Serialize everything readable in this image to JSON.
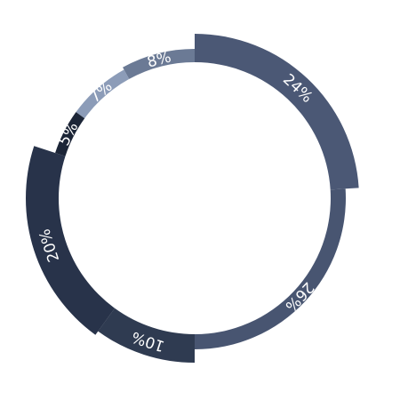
{
  "chart_data": {
    "type": "pie",
    "variant": "ring",
    "title": "",
    "slices": [
      {
        "label": "24%",
        "value": 24,
        "color": "#4b5875"
      },
      {
        "label": "26%",
        "value": 26,
        "color": "#485571"
      },
      {
        "label": "10%",
        "value": 10,
        "color": "#2f3b51"
      },
      {
        "label": "20%",
        "value": 20,
        "color": "#28334a"
      },
      {
        "label": "5%",
        "value": 5,
        "color": "#1c2537"
      },
      {
        "label": "7%",
        "value": 7,
        "color": "#8c9cb8"
      },
      {
        "label": "8%",
        "value": 8,
        "color": "#6b7a95"
      }
    ]
  }
}
